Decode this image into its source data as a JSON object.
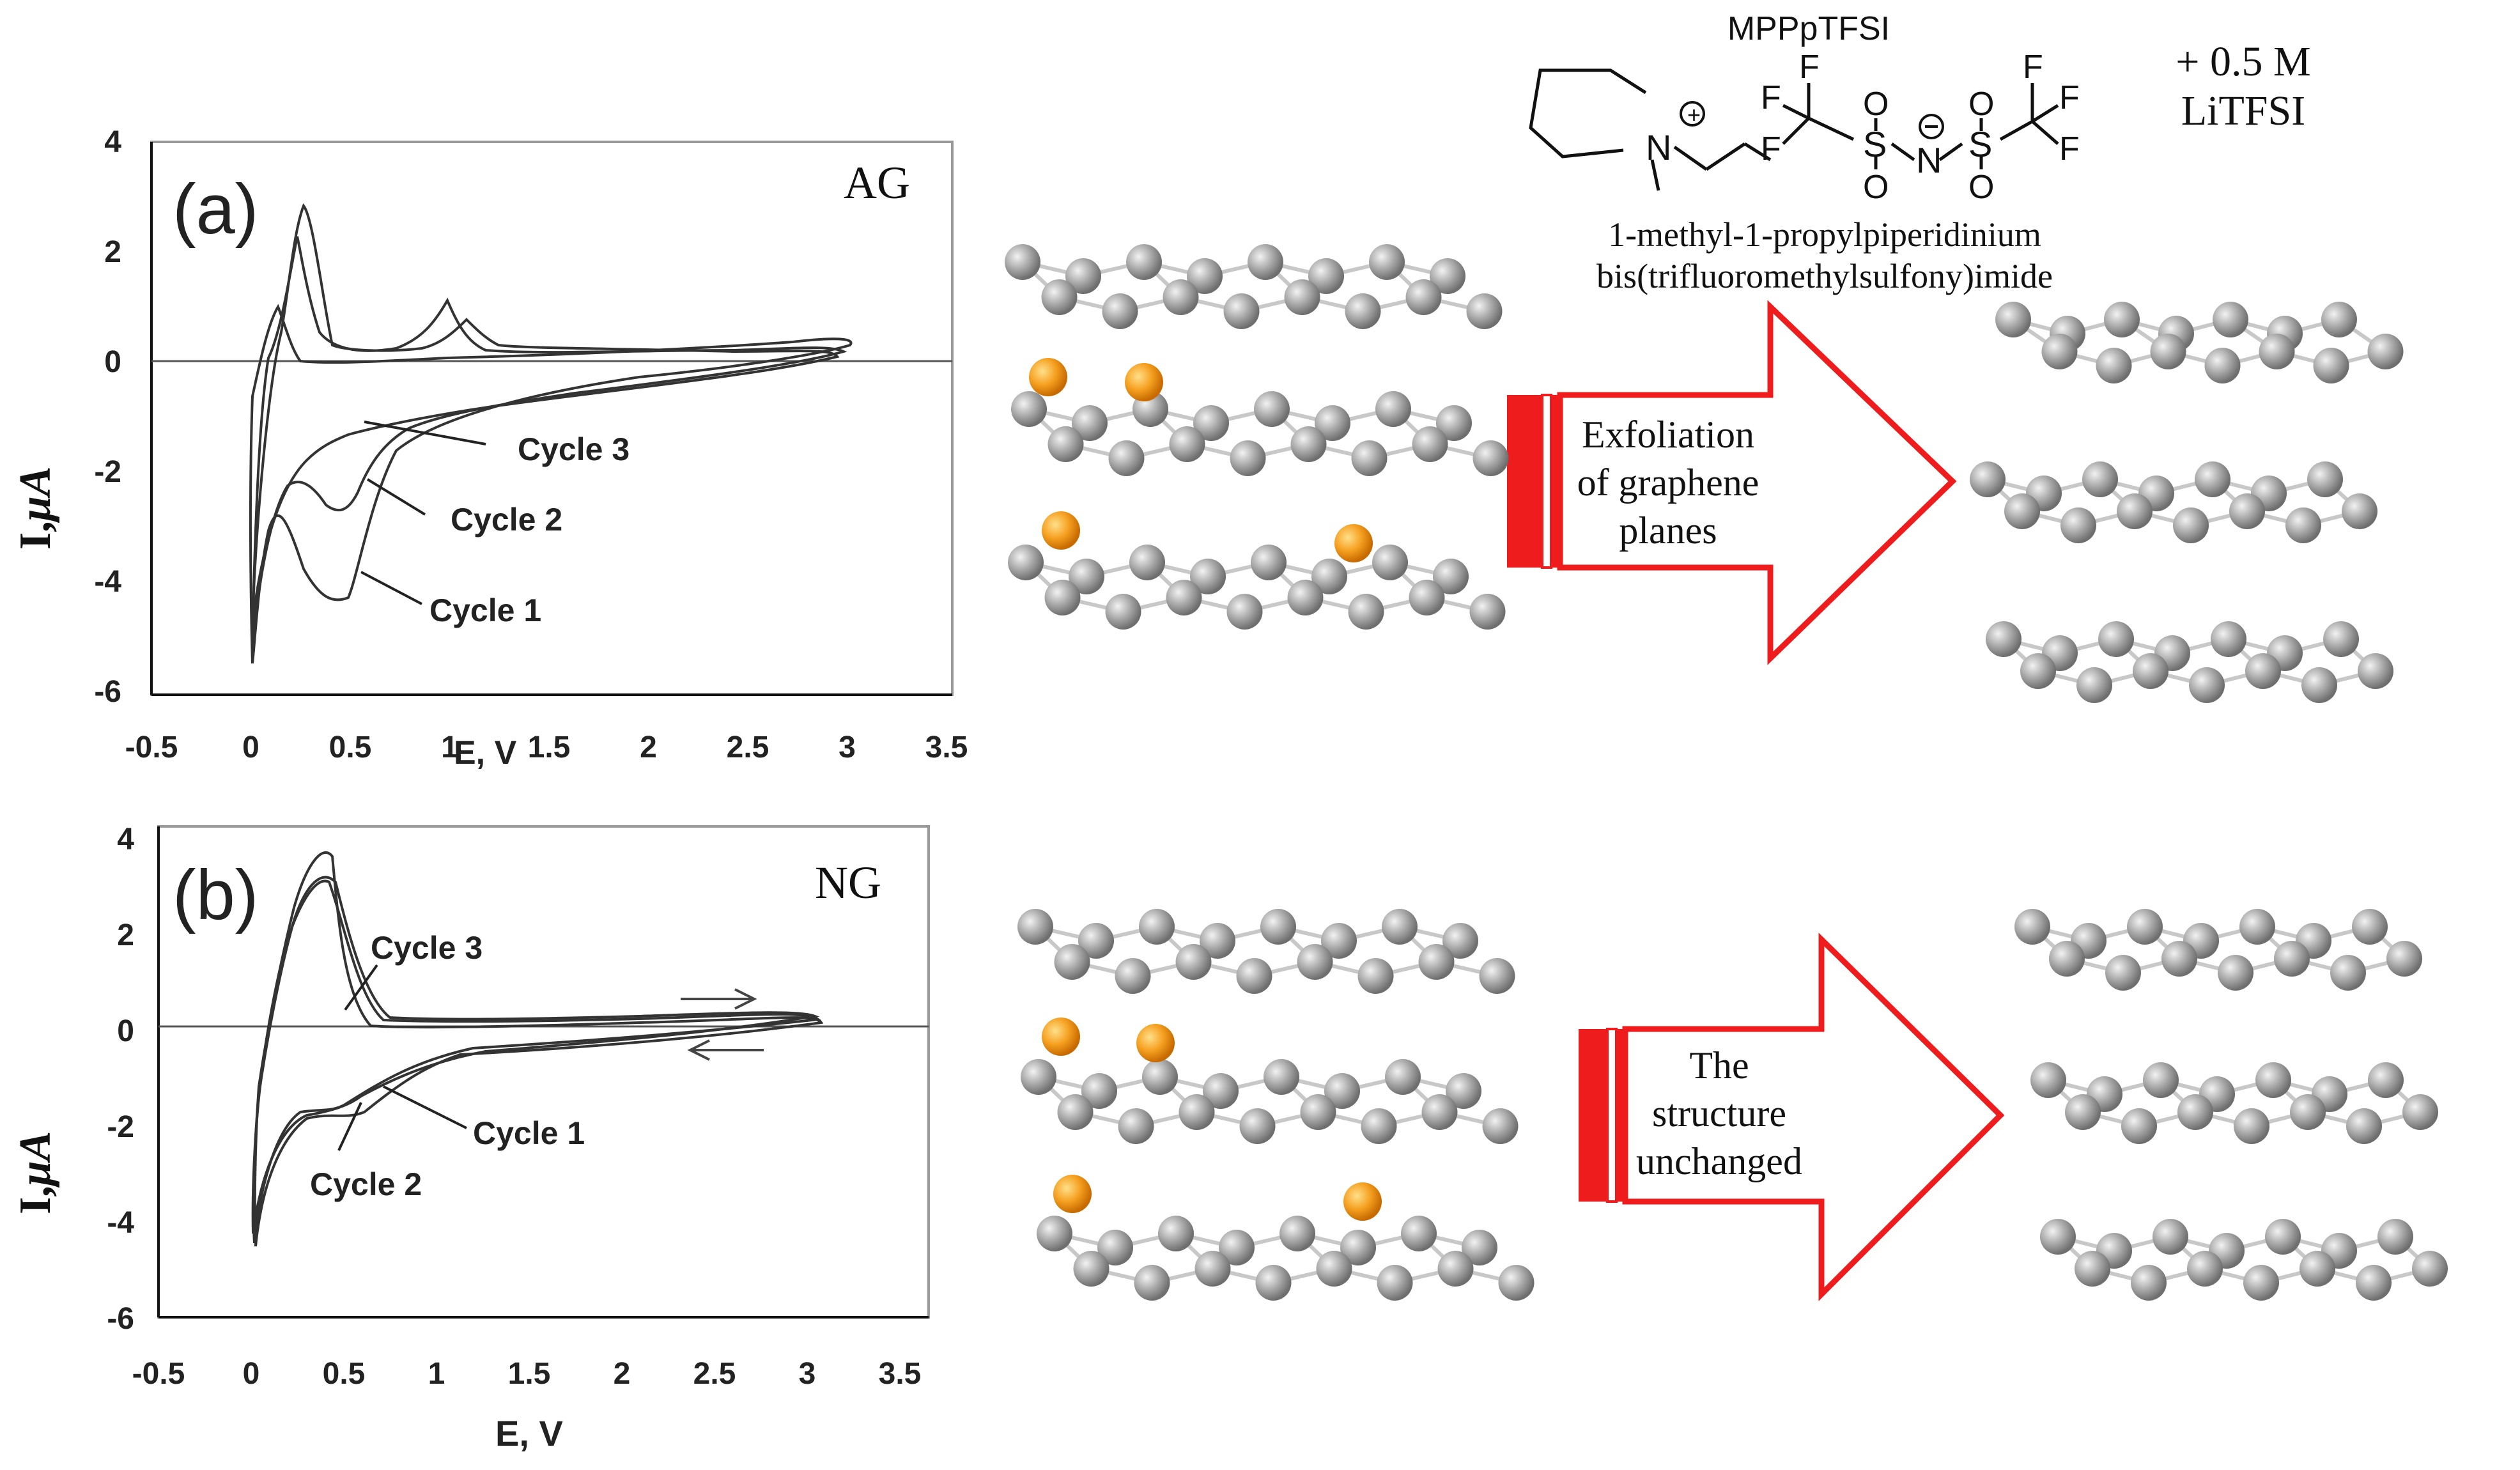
{
  "panel_a": {
    "label": "(a)",
    "material": "AG",
    "y_axis_label": "I,",
    "y_axis_unit": "μA",
    "x_axis_label": "E, V",
    "y_ticks": [
      "4",
      "2",
      "0",
      "-2",
      "-4",
      "-6"
    ],
    "x_ticks": [
      "-0.5",
      "0",
      "0.5",
      "1",
      "1.5",
      "2",
      "2.5",
      "3",
      "3.5"
    ],
    "cycle_labels": [
      "Cycle 3",
      "Cycle 2",
      "Cycle 1"
    ]
  },
  "panel_b": {
    "label": "(b)",
    "material": "NG",
    "y_axis_label": "I,",
    "y_axis_unit": "μA",
    "x_axis_label": "E, V",
    "y_ticks": [
      "4",
      "2",
      "0",
      "-2",
      "-4",
      "-6"
    ],
    "x_ticks": [
      "-0.5",
      "0",
      "0.5",
      "1",
      "1.5",
      "2",
      "2.5",
      "3",
      "3.5"
    ],
    "cycle_labels": [
      "Cycle 3",
      "Cycle 1",
      "Cycle 2"
    ]
  },
  "chemical": {
    "name": "MPPpTFSI",
    "full_name_line1": "1-methyl-1-propylpiperidinium",
    "full_name_line2": "bis(trifluoromethylsulfony)imide",
    "additive_line1": "+ 0.5 M",
    "additive_line2": "LiTFSI",
    "atoms": {
      "N": "N",
      "S": "S",
      "O": "O",
      "F": "F"
    }
  },
  "arrow_top": {
    "line1": "Exfoliation",
    "line2": "of graphene",
    "line3": "planes"
  },
  "arrow_bottom": {
    "line1": "The",
    "line2": "structure",
    "line3": "unchanged"
  },
  "colors": {
    "arrow": "#ee1c1c",
    "carbon_atom": "#9a9a9a",
    "lithium_atom": "#f39c12",
    "bond": "#c8c8c8"
  }
}
